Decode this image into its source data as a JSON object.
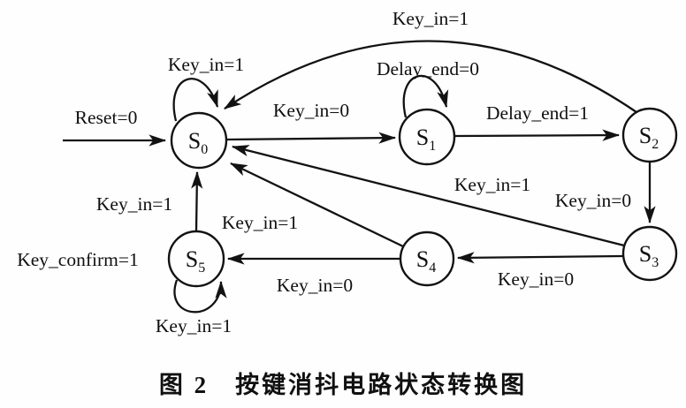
{
  "figure": {
    "caption": "图 2　按键消抖电路状态转换图",
    "states": [
      {
        "name": "S0",
        "base": "S",
        "sub": "0",
        "output": ""
      },
      {
        "name": "S1",
        "base": "S",
        "sub": "1",
        "output": ""
      },
      {
        "name": "S2",
        "base": "S",
        "sub": "2",
        "output": ""
      },
      {
        "name": "S3",
        "base": "S",
        "sub": "3",
        "output": ""
      },
      {
        "name": "S4",
        "base": "S",
        "sub": "4",
        "output": ""
      },
      {
        "name": "S5",
        "base": "S",
        "sub": "5",
        "output": "Key_confirm=1"
      }
    ],
    "transitions": [
      {
        "from": "start",
        "to": "S0",
        "label": "Reset=0"
      },
      {
        "from": "S0",
        "to": "S0",
        "label": "Key_in=1"
      },
      {
        "from": "S0",
        "to": "S1",
        "label": "Key_in=0"
      },
      {
        "from": "S1",
        "to": "S1",
        "label": "Delay_end=0"
      },
      {
        "from": "S1",
        "to": "S2",
        "label": "Delay_end=1"
      },
      {
        "from": "S2",
        "to": "S0",
        "label": "Key_in=1"
      },
      {
        "from": "S2",
        "to": "S3",
        "label": "Key_in=0"
      },
      {
        "from": "S3",
        "to": "S0",
        "label": "Key_in=1"
      },
      {
        "from": "S3",
        "to": "S4",
        "label": "Key_in=0"
      },
      {
        "from": "S4",
        "to": "S0",
        "label": "Key_in=1"
      },
      {
        "from": "S4",
        "to": "S5",
        "label": "Key_in=0"
      },
      {
        "from": "S5",
        "to": "S0",
        "label": "Key_in=1"
      },
      {
        "from": "S5",
        "to": "S5",
        "label": "Key_in=1"
      }
    ],
    "colors": {
      "ink": "#121212",
      "background": "#fefefe"
    }
  }
}
